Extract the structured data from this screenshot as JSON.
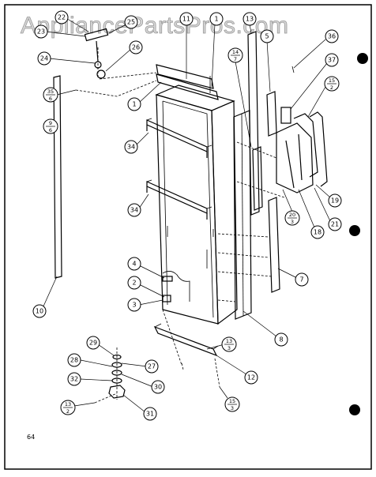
{
  "watermark": "AppliancePartsPros.com",
  "page_number": "64",
  "callouts": [
    {
      "id": "c22",
      "label": "22"
    },
    {
      "id": "c23",
      "label": "23"
    },
    {
      "id": "c25",
      "label": "25"
    },
    {
      "id": "c26",
      "label": "26"
    },
    {
      "id": "c24",
      "label": "24"
    },
    {
      "id": "c11",
      "label": "11"
    },
    {
      "id": "c1a",
      "label": "1"
    },
    {
      "id": "c13",
      "label": "13"
    },
    {
      "id": "c14",
      "label": "14",
      "sub": "7"
    },
    {
      "id": "c5",
      "label": "5"
    },
    {
      "id": "c36",
      "label": "36"
    },
    {
      "id": "c37",
      "label": "37"
    },
    {
      "id": "c15a",
      "label": "15",
      "sub": "2"
    },
    {
      "id": "c35",
      "label": "35",
      "sub": "6"
    },
    {
      "id": "c9",
      "label": "9",
      "sub": "6"
    },
    {
      "id": "c1b",
      "label": "1"
    },
    {
      "id": "c34a",
      "label": "34"
    },
    {
      "id": "c34b",
      "label": "34"
    },
    {
      "id": "c19",
      "label": "19"
    },
    {
      "id": "c20",
      "label": "20",
      "sub": "3"
    },
    {
      "id": "c18",
      "label": "18"
    },
    {
      "id": "c21",
      "label": "21"
    },
    {
      "id": "c7",
      "label": "7"
    },
    {
      "id": "c10",
      "label": "10"
    },
    {
      "id": "c4",
      "label": "4"
    },
    {
      "id": "c2",
      "label": "2"
    },
    {
      "id": "c3",
      "label": "3"
    },
    {
      "id": "c8",
      "label": "8"
    },
    {
      "id": "c13b",
      "label": "13",
      "sub": "3"
    },
    {
      "id": "c12",
      "label": "12"
    },
    {
      "id": "c29",
      "label": "29"
    },
    {
      "id": "c27",
      "label": "27"
    },
    {
      "id": "c28",
      "label": "28"
    },
    {
      "id": "c30",
      "label": "30"
    },
    {
      "id": "c32",
      "label": "32"
    },
    {
      "id": "c31",
      "label": "31"
    },
    {
      "id": "c33",
      "label": "13",
      "sub": "2"
    },
    {
      "id": "c15b",
      "label": "15",
      "sub": "3"
    }
  ]
}
